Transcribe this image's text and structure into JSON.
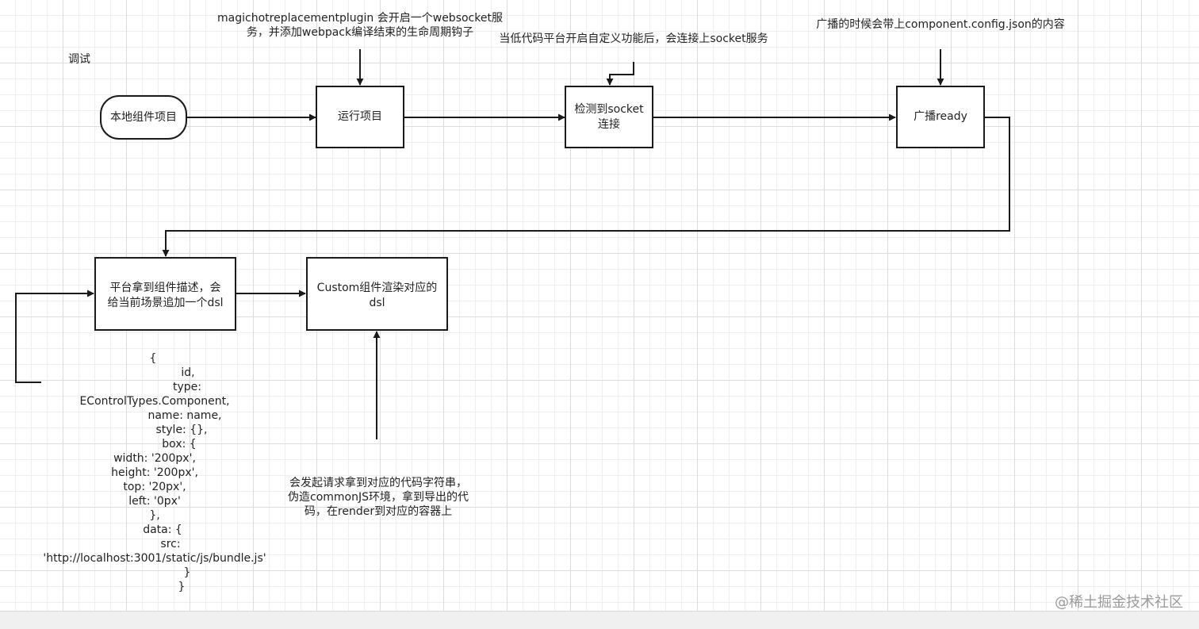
{
  "side_label": "调试",
  "nodes": {
    "local_project": "本地组件项目",
    "run_project": "运行项目",
    "detect_socket": "检测到socket\n连接",
    "broadcast_ready": "广播ready",
    "platform_receive": "平台拿到组件描述，会\n给当前场景追加一个dsl",
    "custom_render": "Custom组件渲染对应的\ndsl"
  },
  "annotations": {
    "plugin_note": "magichotreplacementplugin 会开启一个websocket服\n务，并添加webpack编译结束的生命周期钩子",
    "platform_note": "当低代码平台开启自定义功能后，会连接上socket服务",
    "broadcast_note": "广播的时候会带上component.config.json的内容",
    "request_note": "会发起请求拿到对应的代码字符串，\n伪造commonJS环境，拿到导出的代\n码，在render到对应的容器上"
  },
  "dsl_code": [
    "{",
    "id,",
    "type:",
    "EControlTypes.Component,",
    "name: name,",
    "style: {},",
    "box: {",
    "width: '200px',",
    "height: '200px',",
    "top: '20px',",
    "left: '0px'",
    "},",
    "data: {",
    "src:",
    "'http://localhost:3001/static/js/bundle.js'",
    "}",
    "}"
  ],
  "watermark": "@稀土掘金技术社区",
  "colors": {
    "stroke": "#1a1a1a",
    "grid_major": "#dcdcdc",
    "grid_minor": "#eeeeee",
    "watermark": "#9a9a9a"
  }
}
